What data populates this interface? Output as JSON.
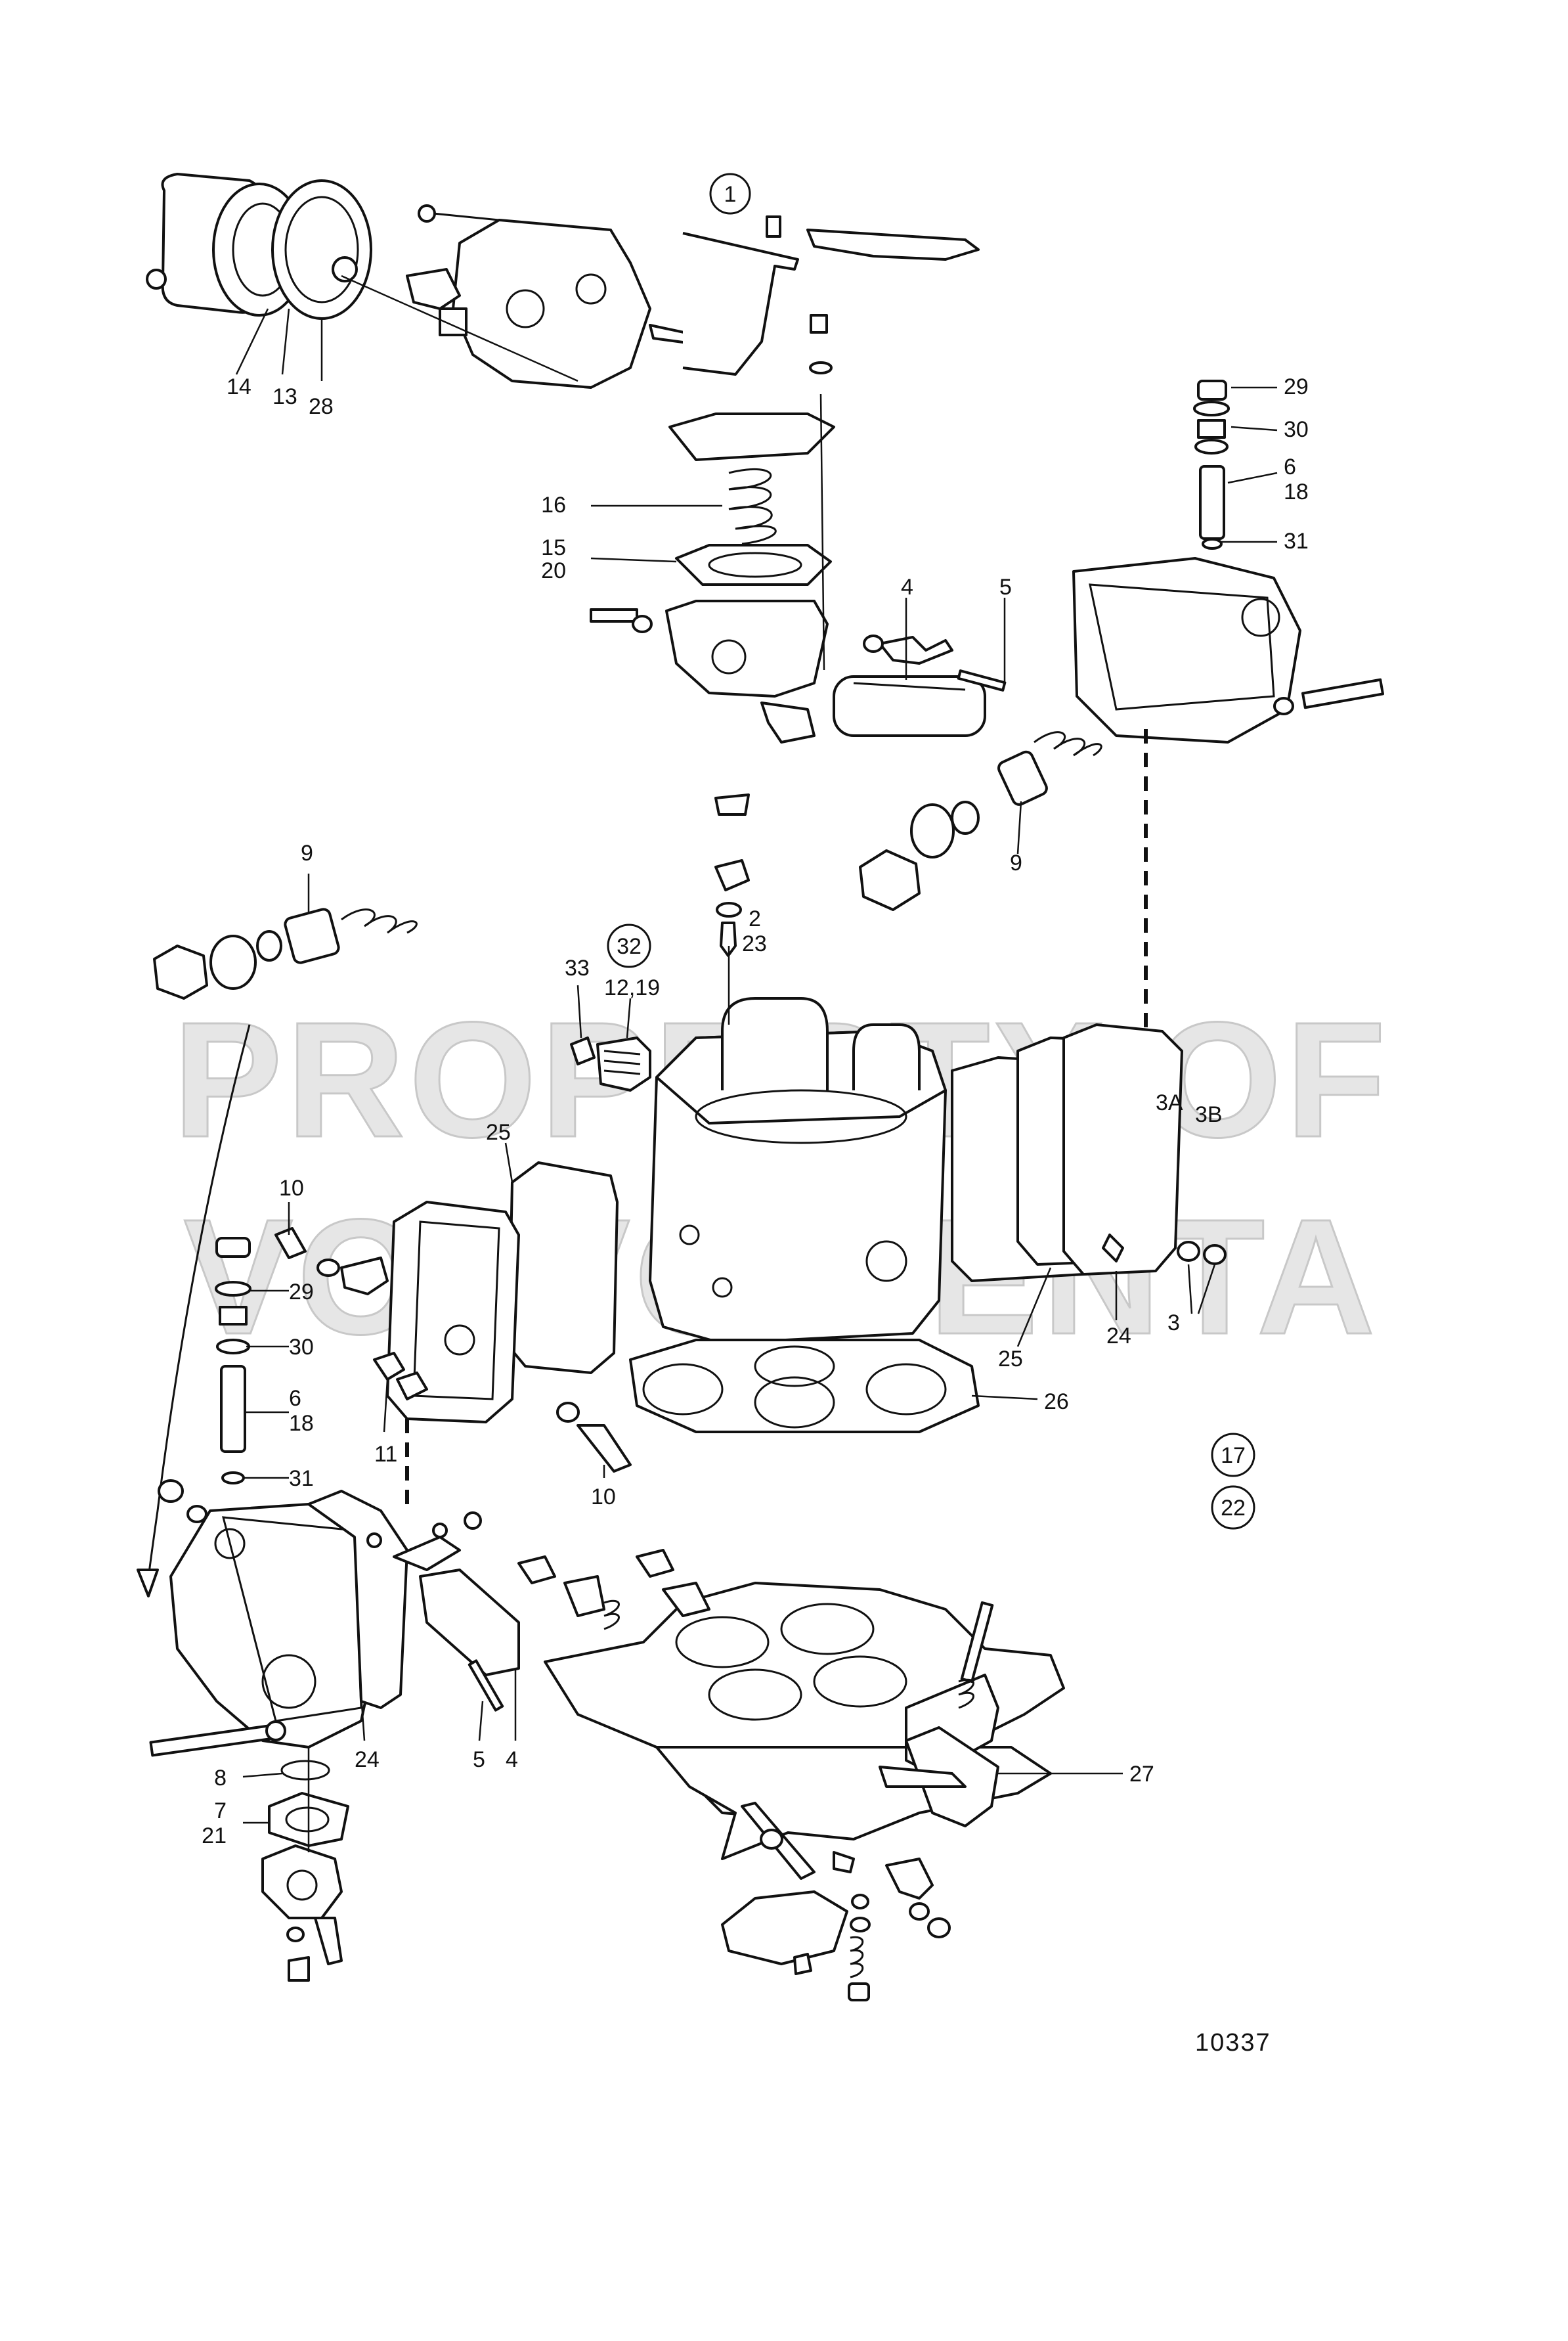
{
  "watermark": {
    "line1": "PROPERTY OF",
    "line2": "VOLVO PENTA"
  },
  "figure_number": "10337",
  "callouts": {
    "c14": "14",
    "c13": "13",
    "c28": "28",
    "c16": "16",
    "c15": "15",
    "c20": "20",
    "c4_top": "4",
    "c5_top": "5",
    "c29_r": "29",
    "c30_r": "30",
    "c6_r": "6",
    "c18_r": "18",
    "c31_r": "31",
    "c9_r": "9",
    "c9_l": "9",
    "c2": "2",
    "c23": "23",
    "c33": "33",
    "c12_19": "12,19",
    "c25_l": "25",
    "c25_r": "25",
    "c3A": "3A",
    "c3B": "3B",
    "c3": "3",
    "c24_r": "24",
    "c26": "26",
    "c10_top": "10",
    "c10_bot": "10",
    "c29_l": "29",
    "c30_l": "30",
    "c6_l": "6",
    "c18_l": "18",
    "c31_l": "31",
    "c11": "11",
    "c24_l": "24",
    "c5_bot": "5",
    "c4_bot": "4",
    "c8": "8",
    "c7": "7",
    "c21": "21",
    "c27": "27"
  },
  "circled_callouts": {
    "c1": "1",
    "c32": "32",
    "c17": "17",
    "c22": "22"
  }
}
